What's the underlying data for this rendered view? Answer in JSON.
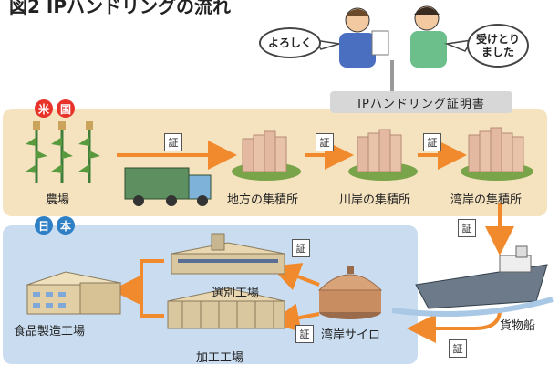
{
  "title": "図2 IPハンドリングの流れ",
  "speech": {
    "left": "よろしく",
    "right": "受けとり\nました"
  },
  "certificate_banner": "IPハンドリング証明書",
  "regions": {
    "us": [
      "米",
      "国"
    ],
    "japan": [
      "日",
      "本"
    ]
  },
  "cert_mark": "証",
  "us_nodes": [
    "農場",
    "地方の集積所",
    "川岸の集積所",
    "湾岸の集積所"
  ],
  "ship_label": "貨物船",
  "jp_nodes": {
    "silo": "湾岸サイロ",
    "sorting": "選別工場",
    "processing": "加工工場",
    "food": "食品製造工場"
  },
  "colors": {
    "arrow": "#f08a2c",
    "us_band": "#f5e3c0",
    "jp_band": "#c9dcf0",
    "stamp_red": "#e8332a",
    "stamp_blue": "#2f7fc4"
  }
}
